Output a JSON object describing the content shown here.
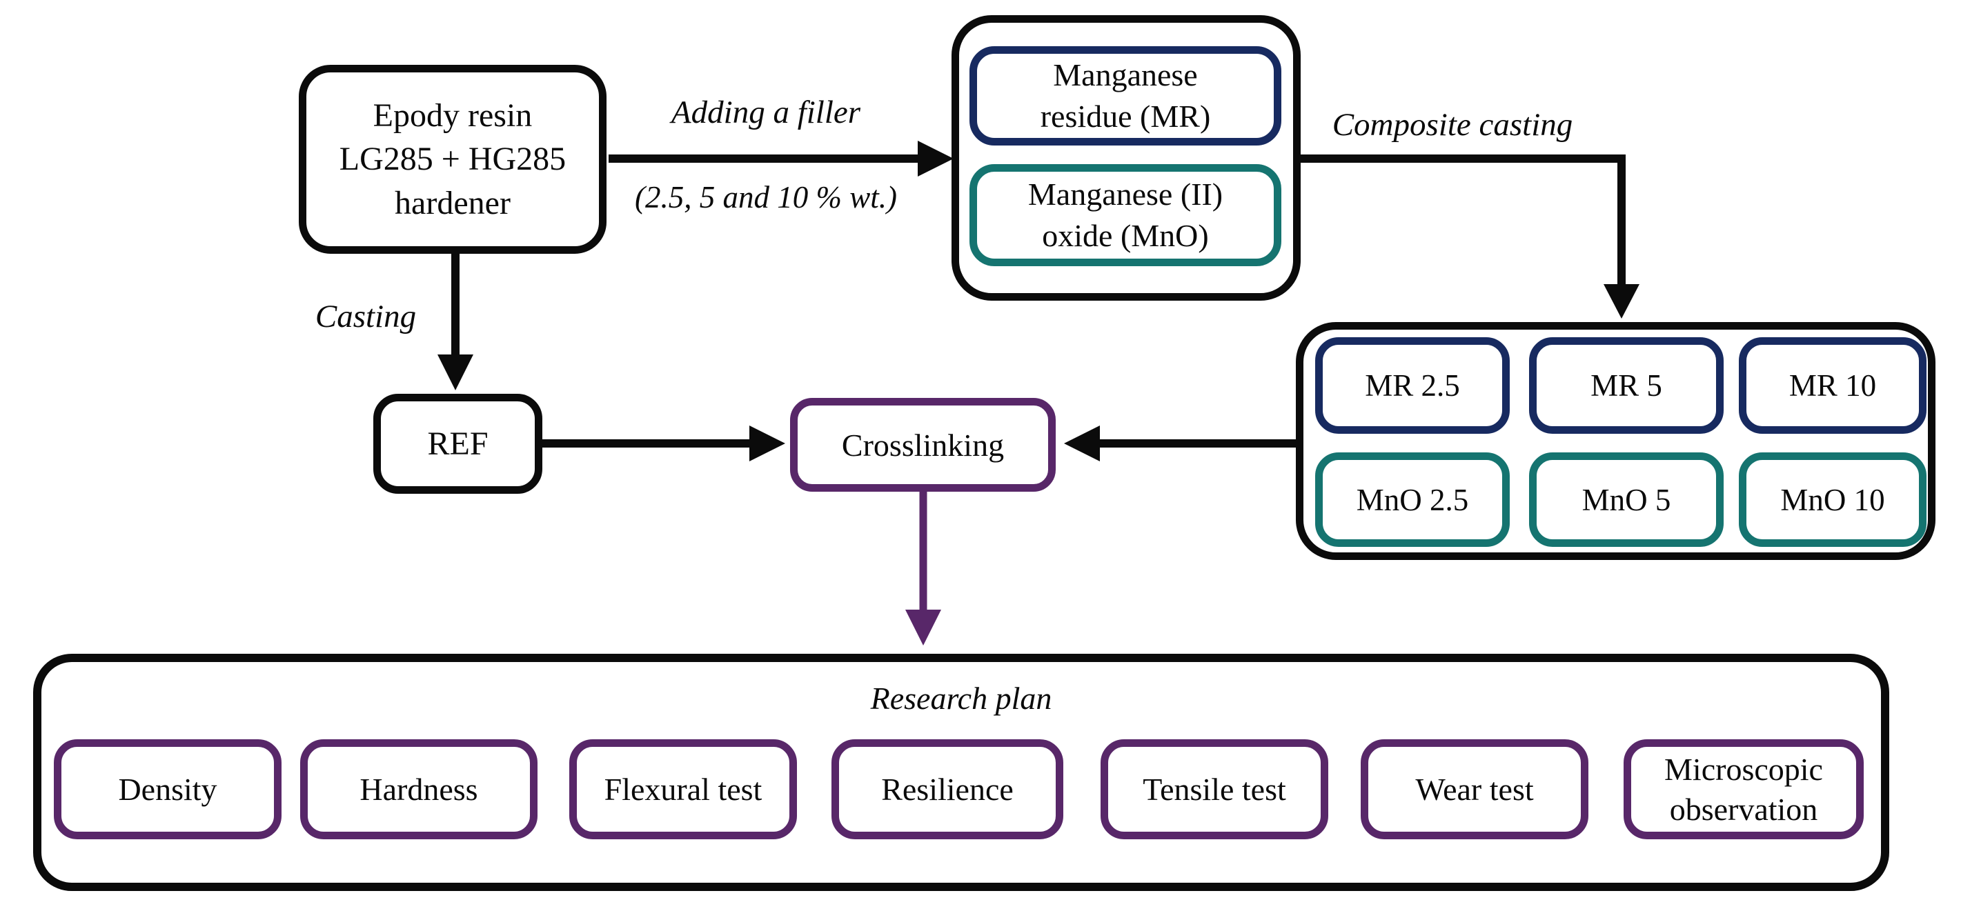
{
  "colors": {
    "navy": "#172a60",
    "teal": "#157470",
    "purple": "#582769",
    "line": "#0b0b0b"
  },
  "nodes": {
    "epoxy": {
      "lines": [
        "Epody resin",
        "LG285 + HG285",
        "hardener"
      ]
    },
    "filler": {
      "mr_lines": [
        "Manganese",
        "residue (MR)"
      ],
      "mno_lines": [
        "Manganese (II)",
        "oxide (MnO)"
      ]
    },
    "ref": "REF",
    "crosslinking": "Crosslinking",
    "samples": {
      "mr": [
        "MR 2.5",
        "MR 5",
        "MR 10"
      ],
      "mno": [
        "MnO 2.5",
        "MnO 5",
        "MnO 10"
      ]
    },
    "research": {
      "title": "Research plan",
      "tests": [
        "Density",
        "Hardness",
        "Flexural test",
        "Resilience",
        "Tensile test",
        "Wear test",
        "Microscopic observation"
      ]
    }
  },
  "edge_labels": {
    "adding_filler": "Adding a filler",
    "filler_amounts": "(2.5, 5 and 10 % wt.)",
    "casting": "Casting",
    "composite_casting": "Composite casting"
  }
}
